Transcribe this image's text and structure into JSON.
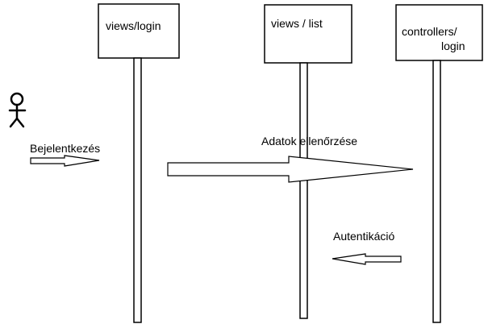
{
  "lifelines": [
    {
      "id": "views-login",
      "label_lines": [
        "views/login"
      ]
    },
    {
      "id": "views-list",
      "label_lines": [
        "views / list"
      ]
    },
    {
      "id": "controllers-login",
      "label_lines": [
        "controllers/",
        "login"
      ]
    }
  ],
  "actor": {
    "icon": "stick-figure-icon"
  },
  "messages": [
    {
      "id": "bejelentkezes",
      "label": "Bejelentkezés",
      "direction": "right"
    },
    {
      "id": "adatok-ellenorzese",
      "label": "Adatok ellenőrzése",
      "direction": "right"
    },
    {
      "id": "autentikacio",
      "label": "Autentikáció",
      "direction": "left"
    }
  ]
}
